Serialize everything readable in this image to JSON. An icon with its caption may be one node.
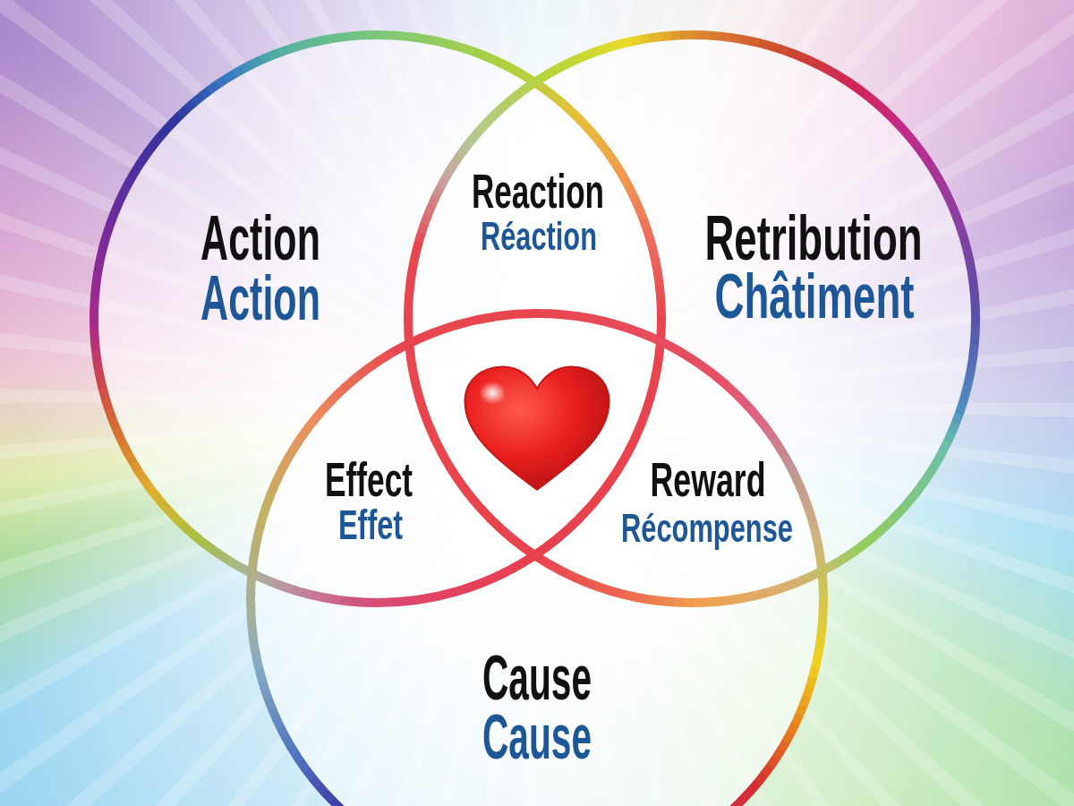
{
  "diagram": {
    "nodes": [
      {
        "text": [
          "Action",
          "Action"
        ]
      },
      {
        "text": [
          "Retribution",
          "Châtiment"
        ]
      },
      {
        "text": [
          "Cause",
          "Cause"
        ]
      }
    ],
    "labels": [
      "Reaction",
      "Réaction",
      "Effect",
      "Effet",
      "Reward",
      "Récompense"
    ]
  }
}
